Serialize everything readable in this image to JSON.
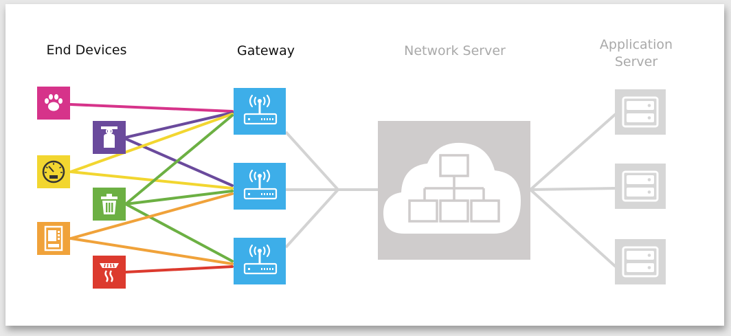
{
  "columns": {
    "end_devices": "End Devices",
    "gateway": "Gateway",
    "network_server": "Network Server",
    "application_server": "Application\nServer"
  },
  "devices": [
    {
      "name": "pet-tracker",
      "icon": "paw-icon",
      "color": "#d6338a"
    },
    {
      "name": "gas-meter",
      "icon": "gas-cylinder-icon",
      "color": "#6a4a9c"
    },
    {
      "name": "utility-meter",
      "icon": "gauge-icon",
      "color": "#f2d630"
    },
    {
      "name": "waste-bin",
      "icon": "trash-can-icon",
      "color": "#6cb043"
    },
    {
      "name": "vending-machine",
      "icon": "vending-machine-icon",
      "color": "#f0a23a"
    },
    {
      "name": "smoke-detector",
      "icon": "smoke-detector-icon",
      "color": "#dc3a2e"
    }
  ],
  "gateways": [
    {
      "name": "gateway-1",
      "icon": "wireless-router-icon"
    },
    {
      "name": "gateway-2",
      "icon": "wireless-router-icon"
    },
    {
      "name": "gateway-3",
      "icon": "wireless-router-icon"
    }
  ],
  "network_server": {
    "icon": "cloud-network-icon"
  },
  "application_servers": [
    {
      "name": "app-server-1",
      "icon": "server-icon"
    },
    {
      "name": "app-server-2",
      "icon": "server-icon"
    },
    {
      "name": "app-server-3",
      "icon": "server-icon"
    }
  ],
  "links": [
    {
      "from": "pet-tracker",
      "to": "gateway-1",
      "color": "#d6338a"
    },
    {
      "from": "gas-meter",
      "to": "gateway-1",
      "color": "#6a4a9c"
    },
    {
      "from": "gas-meter",
      "to": "gateway-2",
      "color": "#6a4a9c"
    },
    {
      "from": "utility-meter",
      "to": "gateway-1",
      "color": "#f2d630"
    },
    {
      "from": "utility-meter",
      "to": "gateway-2",
      "color": "#f2d630"
    },
    {
      "from": "waste-bin",
      "to": "gateway-1",
      "color": "#6cb043"
    },
    {
      "from": "waste-bin",
      "to": "gateway-2",
      "color": "#6cb043"
    },
    {
      "from": "waste-bin",
      "to": "gateway-3",
      "color": "#6cb043"
    },
    {
      "from": "vending-machine",
      "to": "gateway-2",
      "color": "#f0a23a"
    },
    {
      "from": "vending-machine",
      "to": "gateway-3",
      "color": "#f0a23a"
    },
    {
      "from": "smoke-detector",
      "to": "gateway-3",
      "color": "#dc3a2e"
    }
  ],
  "colors": {
    "gateway": "#3daee9",
    "backhaul": "#d3d3d3",
    "network_server": "#cfcccc",
    "application_server": "#d6d6d6"
  }
}
